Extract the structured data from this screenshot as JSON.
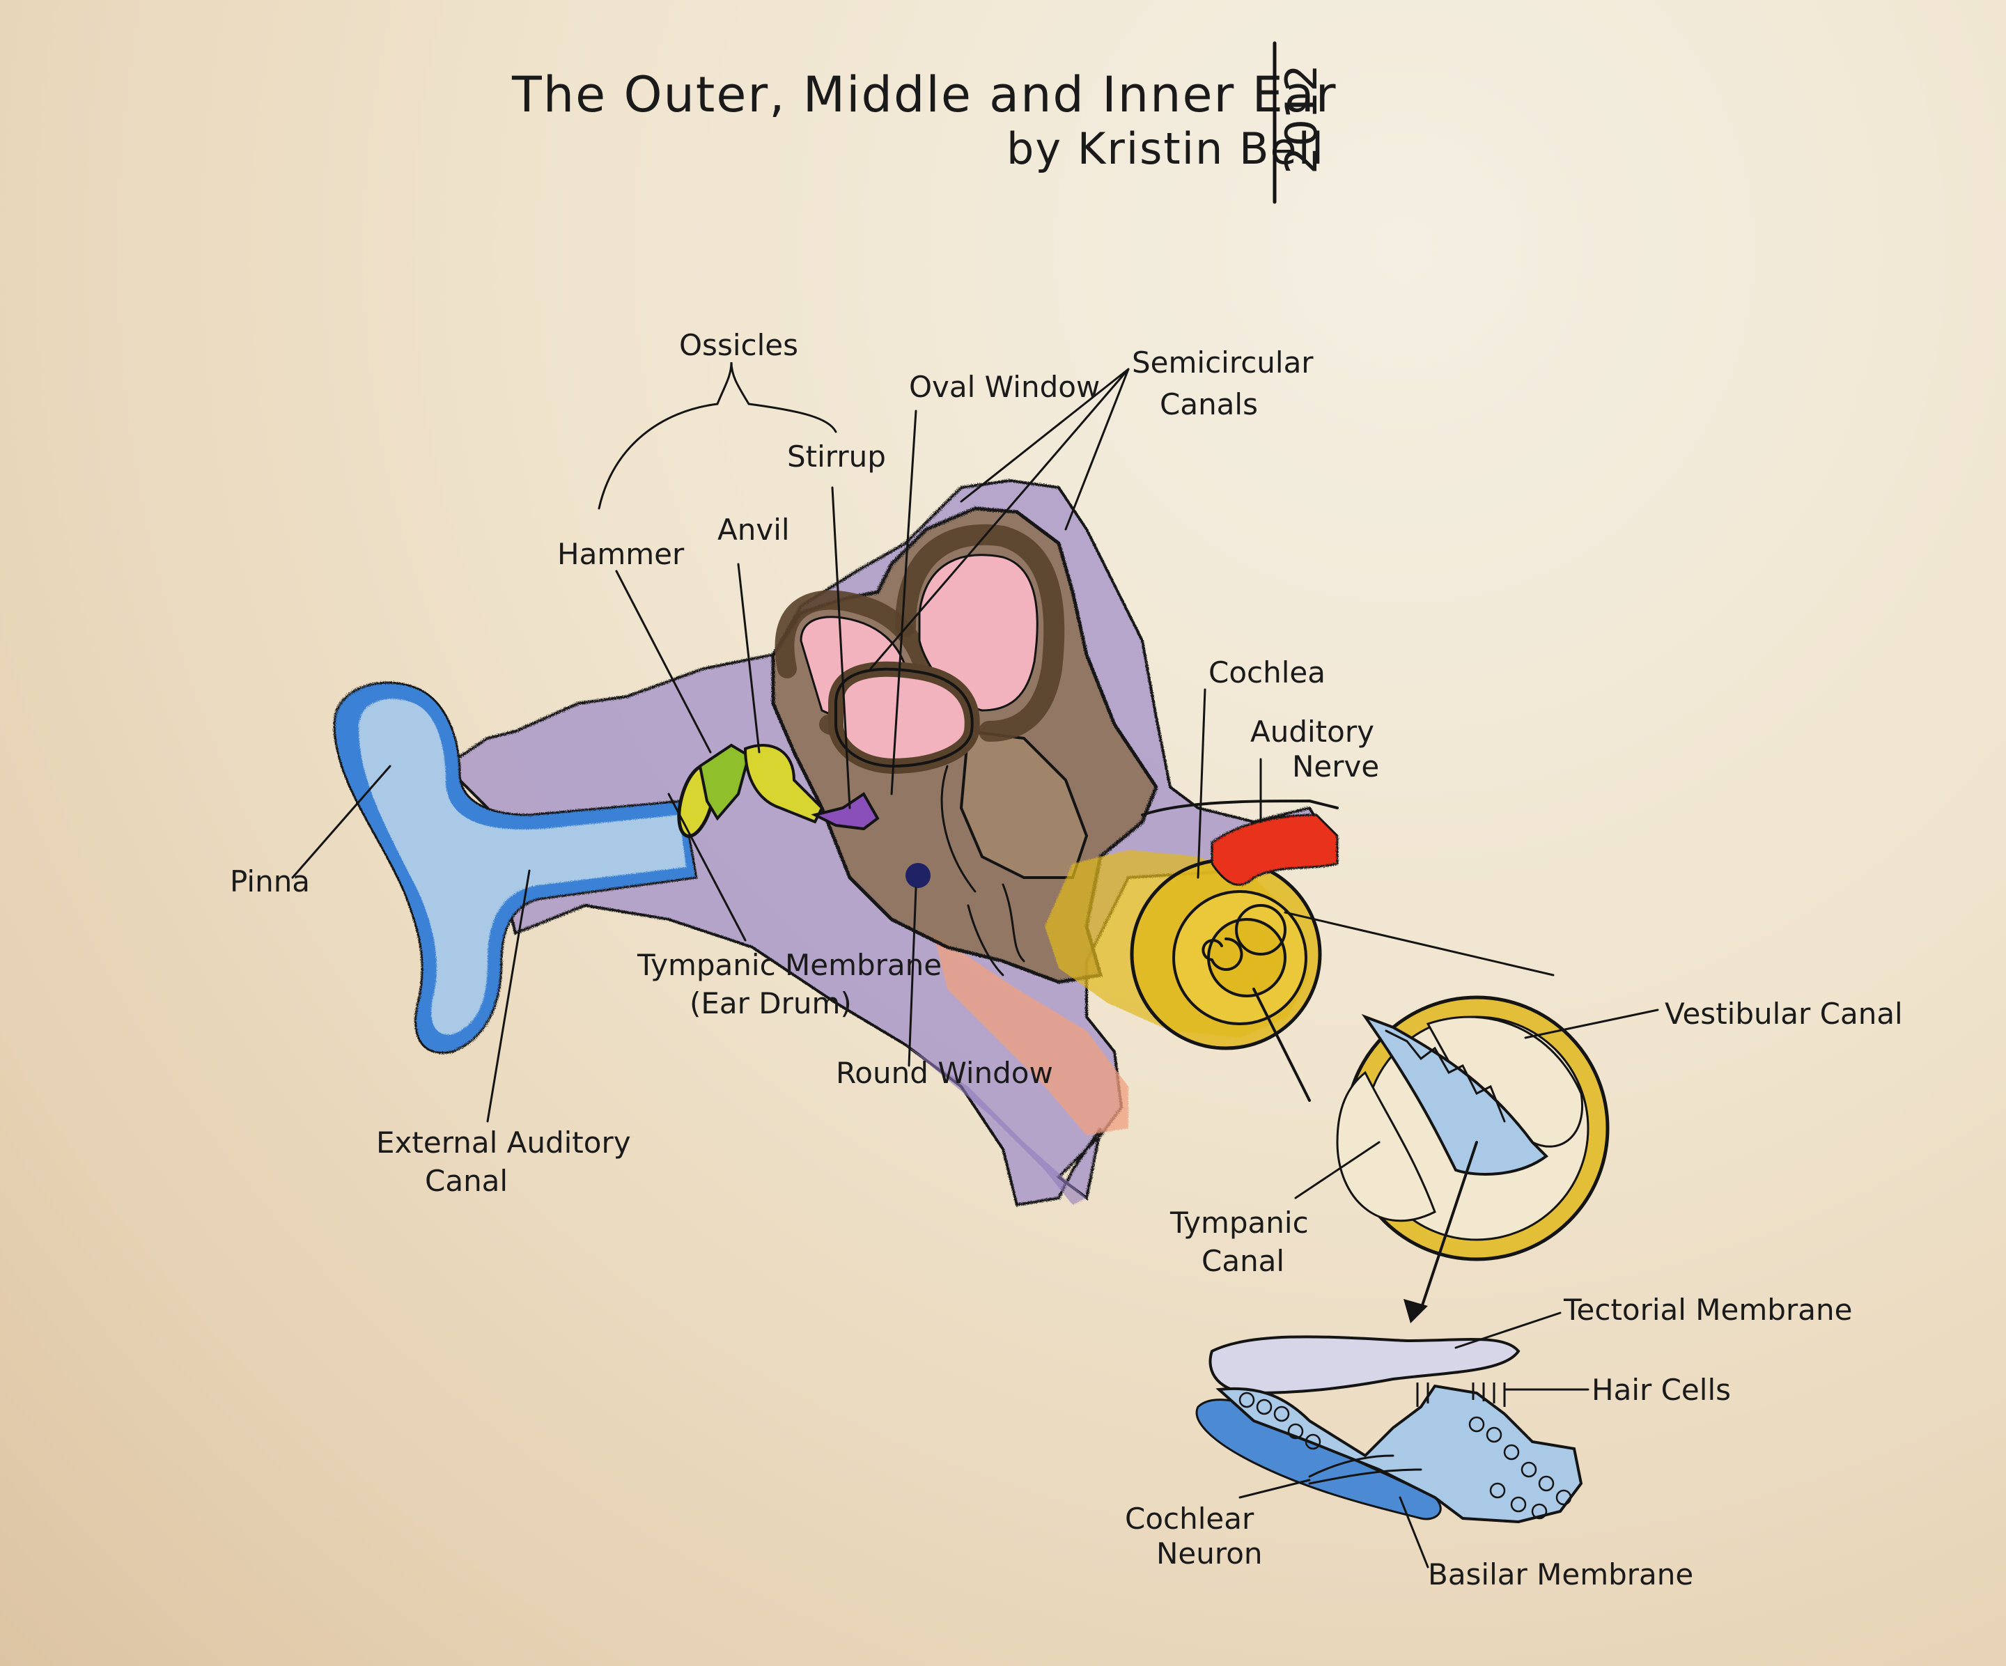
{
  "header": {
    "title": "The Outer, Middle and Inner Ear",
    "author": "by Kristin Bell",
    "year": "2012"
  },
  "labels": {
    "ossicles": "Ossicles",
    "hammer": "Hammer",
    "anvil": "Anvil",
    "stirrup": "Stirrup",
    "oval_window": "Oval Window",
    "semicircular_1": "Semicircular",
    "semicircular_2": "Canals",
    "cochlea": "Cochlea",
    "auditory_nerve_1": "Auditory",
    "auditory_nerve_2": "Nerve",
    "pinna": "Pinna",
    "tympanic_membrane_1": "Tympanic Membrane",
    "tympanic_membrane_2": "(Ear Drum)",
    "round_window": "Round Window",
    "external_canal_1": "External Auditory",
    "external_canal_2": "Canal",
    "vestibular_canal": "Vestibular Canal",
    "tympanic_canal_1": "Tympanic",
    "tympanic_canal_2": "Canal",
    "tectorial_membrane": "Tectorial Membrane",
    "hair_cells": "Hair Cells",
    "cochlear_neuron_1": "Cochlear",
    "cochlear_neuron_2": "Neuron",
    "basilar_membrane": "Basilar Membrane"
  },
  "colors": {
    "pinna_blue": "#3b82d6",
    "canal_light_blue": "#a9c9e6",
    "temporal_purple": "#a593c9",
    "bone_brown": "#8a6d4f",
    "canal_pink": "#f2b3bf",
    "cochlea_yellow": "#e0b81f",
    "nerve_red": "#e8331c",
    "hammer_green": "#8fbf2a",
    "anvil_yellow": "#d9d530",
    "stirrup_purple": "#8a4fb8",
    "round_window_navy": "#1f2366",
    "salmon": "#f0a080"
  }
}
